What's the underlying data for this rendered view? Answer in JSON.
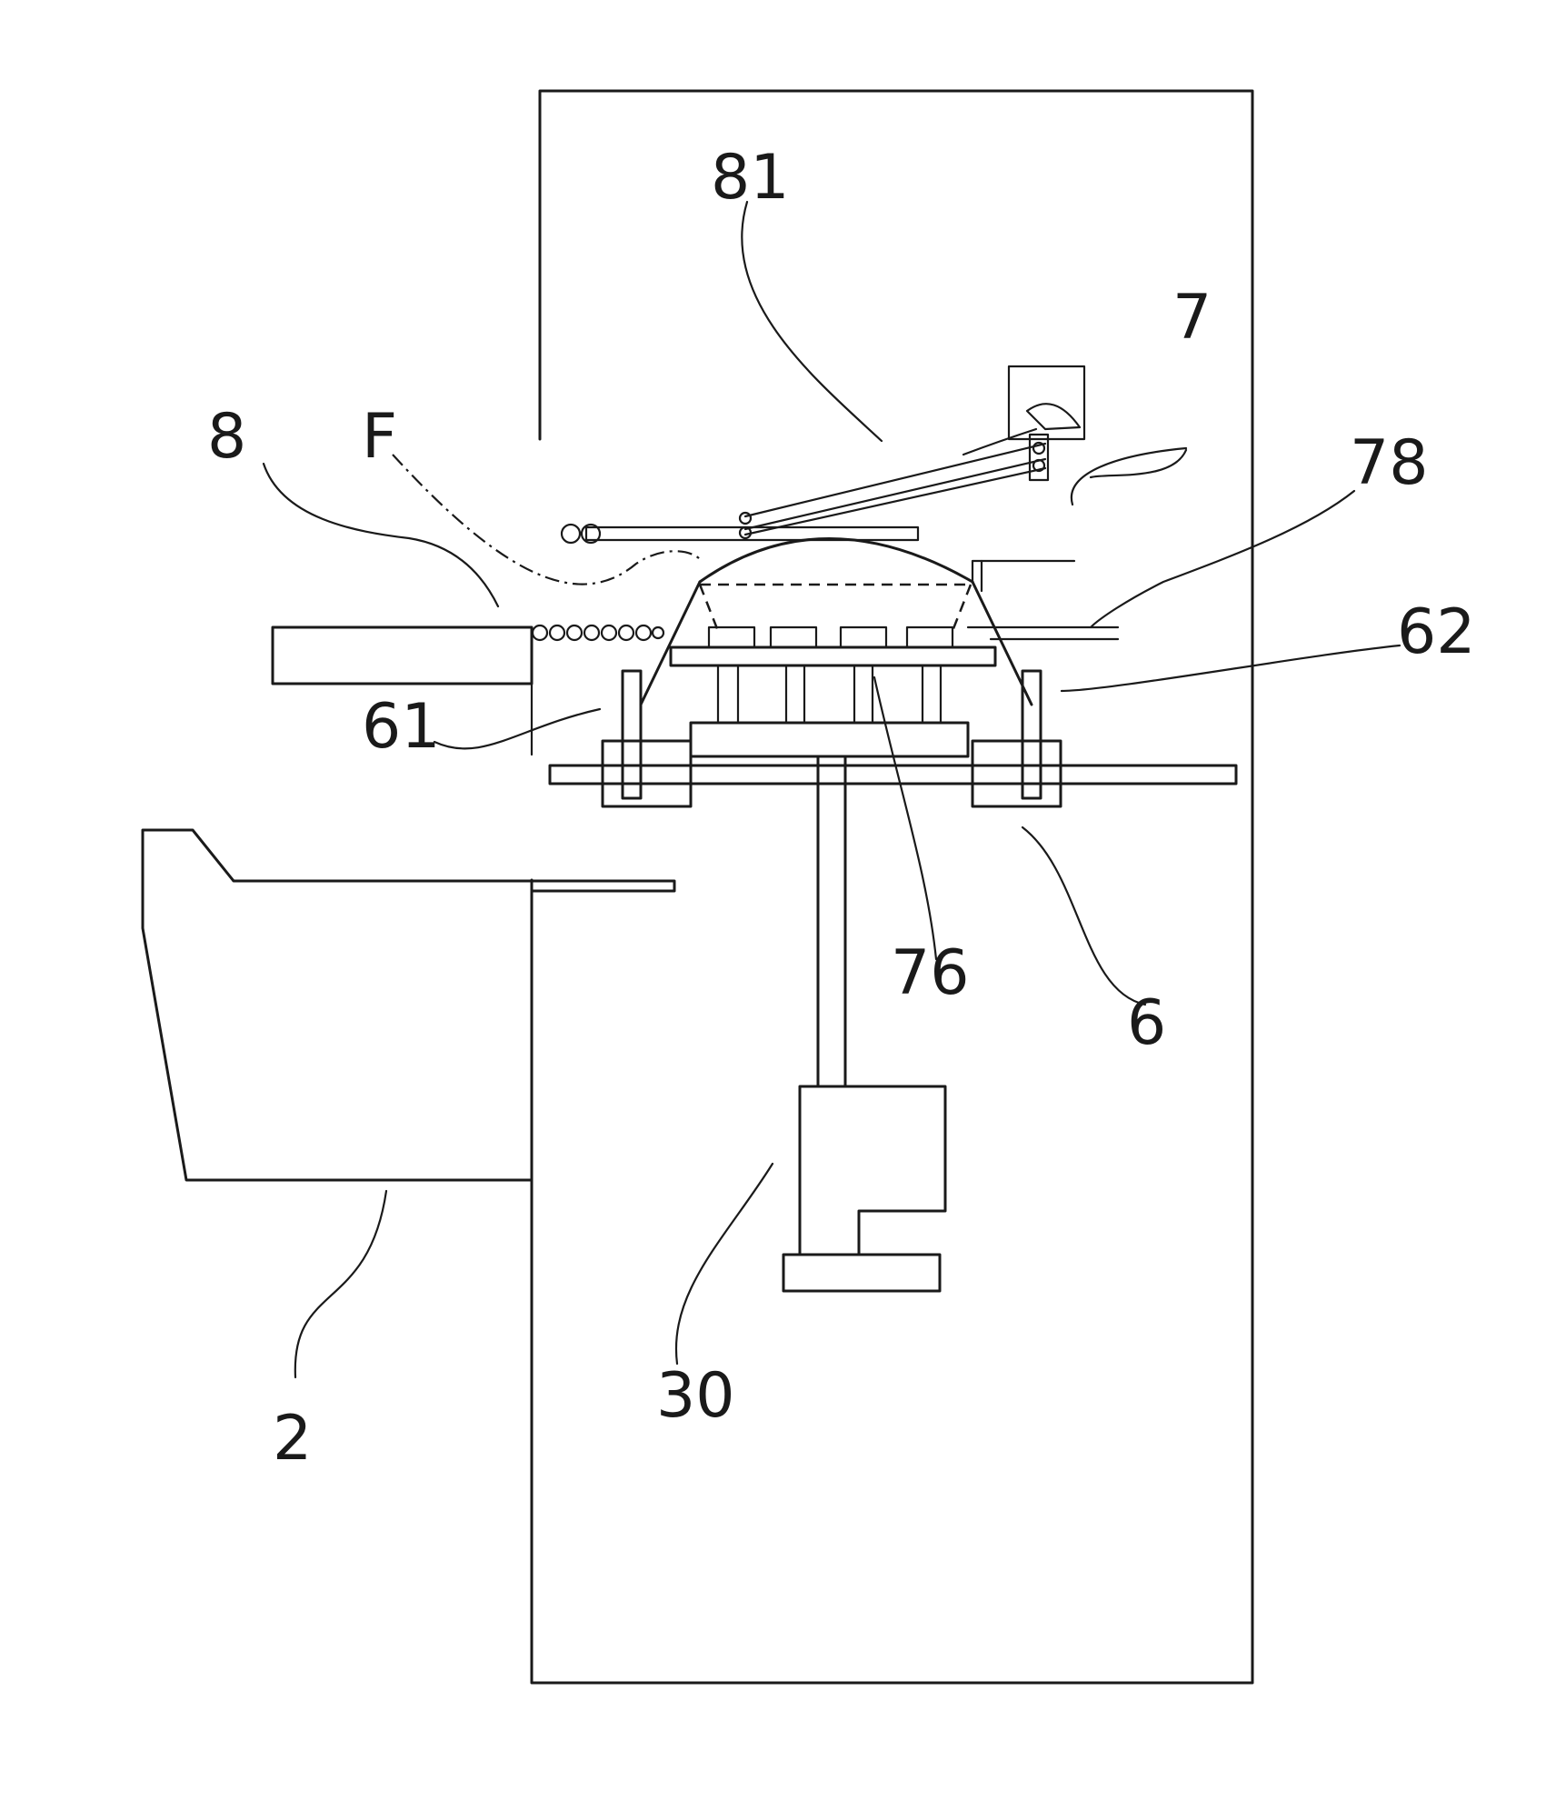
{
  "figure": {
    "reference_numerals": {
      "r81": "81",
      "r7": "7",
      "r78": "78",
      "r8": "8",
      "rF": "F",
      "r62": "62",
      "r61": "61",
      "r76": "76",
      "r6": "6",
      "r30": "30",
      "r2": "2"
    }
  }
}
